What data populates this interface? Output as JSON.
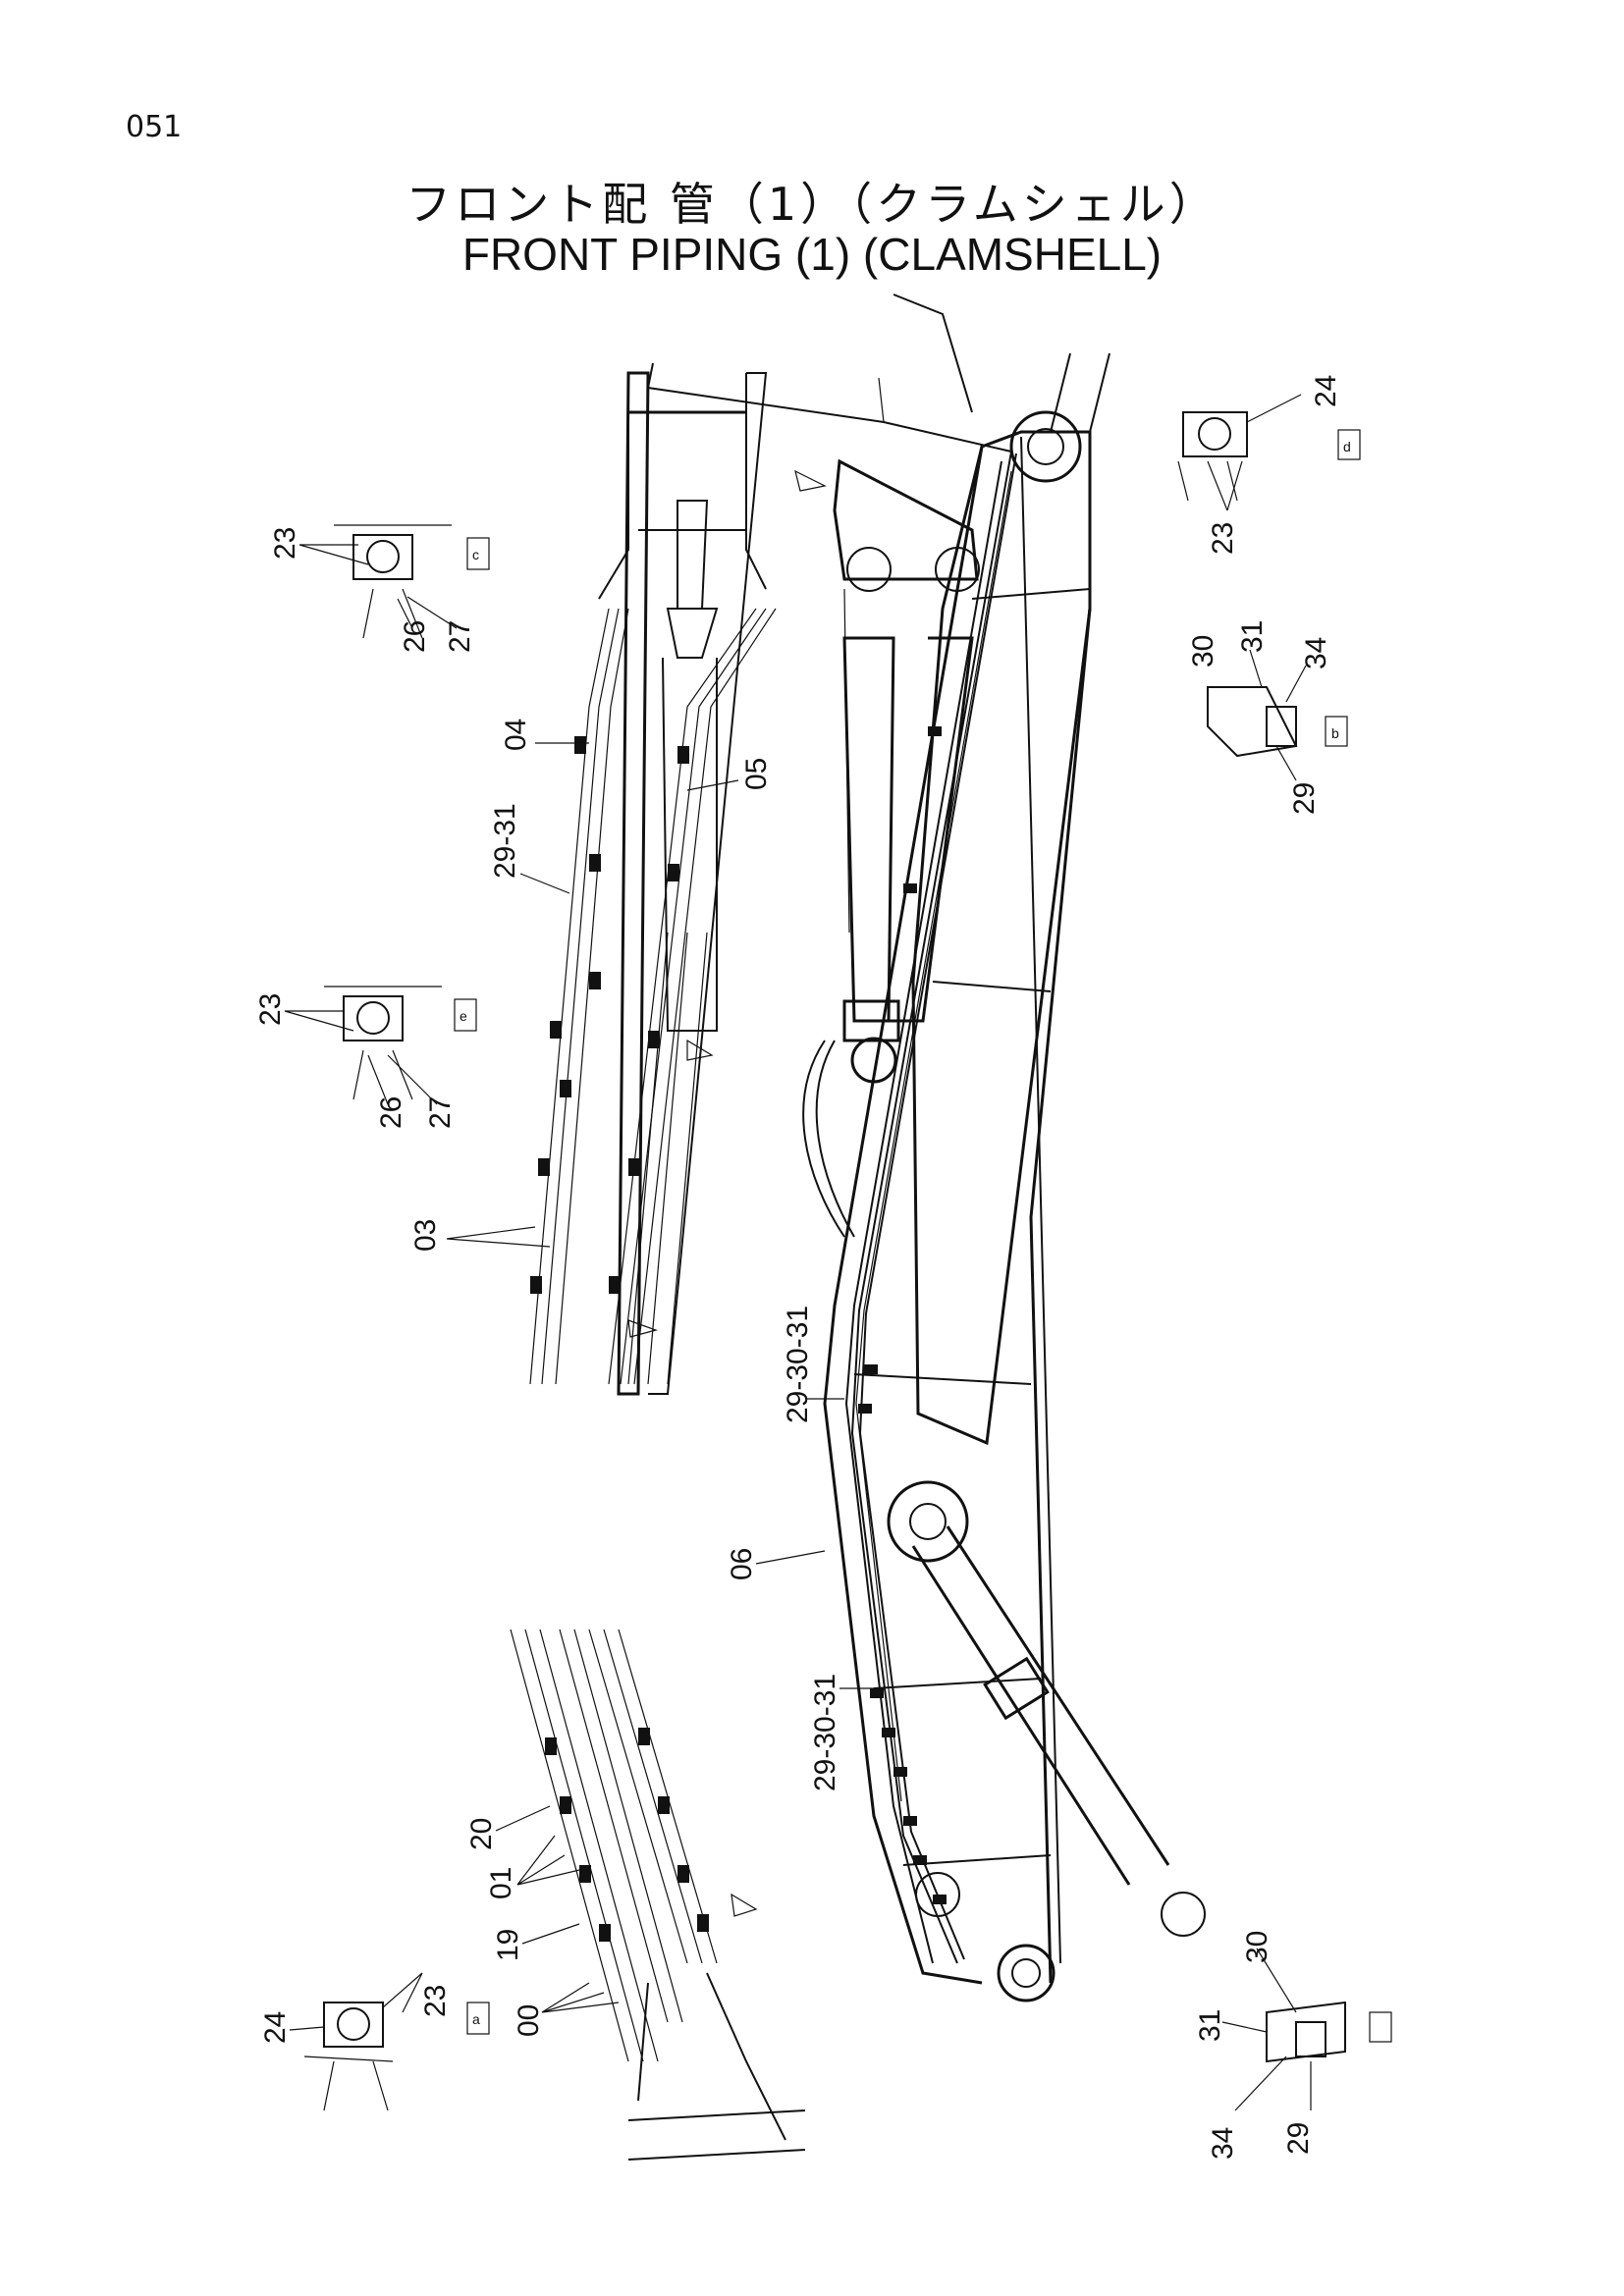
{
  "page": {
    "number": "051"
  },
  "title": {
    "japanese": "フロント配 管（1）（クラムシェル）",
    "english": "FRONT  PIPING (1) (CLAMSHELL)"
  },
  "callouts": {
    "c23_top": "23",
    "c26_top": "26",
    "c27_top": "27",
    "c04": "04",
    "c05": "05",
    "c29_31": "29-31",
    "c23_mid": "23",
    "c26_mid": "26",
    "c27_mid": "27",
    "c03": "03",
    "c24_tr": "24",
    "c23_tr": "23",
    "c30_r": "30",
    "c31_r": "31",
    "c34_r": "34",
    "c29_r": "29",
    "c29_30_31_a": "29-30-31",
    "c06": "06",
    "c29_30_31_b": "29-30-31",
    "c20": "20",
    "c01": "01",
    "c19": "19",
    "c00": "00",
    "c24_bl": "24",
    "c23_bl": "23",
    "c30_br": "30",
    "c31_br": "31",
    "c34_br": "34",
    "c29_br": "29"
  },
  "views": {
    "c": "c",
    "d": "d",
    "b": "b",
    "a": "a",
    "e": "e"
  }
}
